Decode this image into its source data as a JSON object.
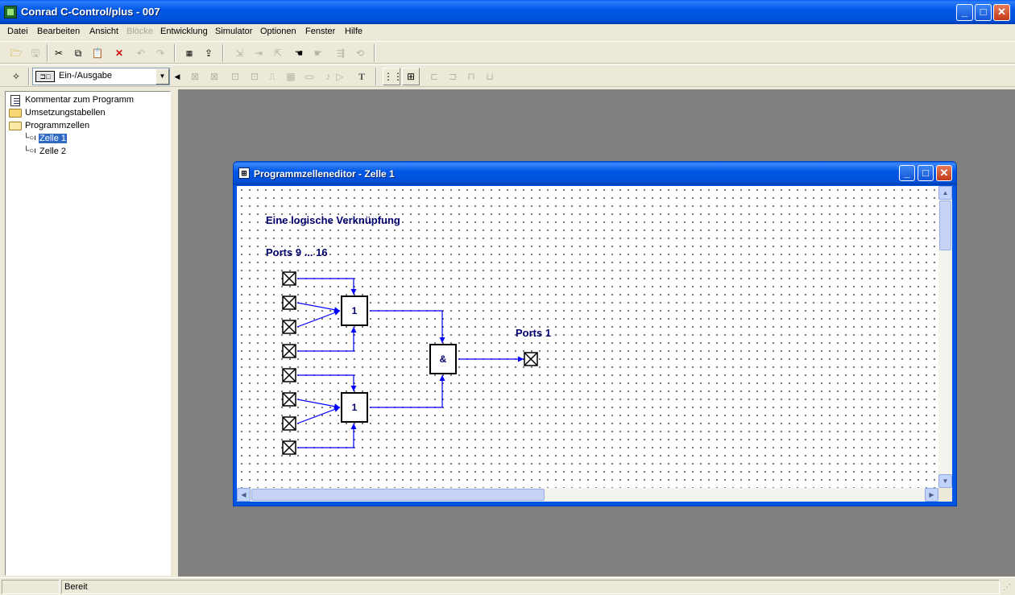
{
  "window": {
    "title": "Conrad C-Control/plus - 007"
  },
  "menu": [
    "Datei",
    "Bearbeiten",
    "Ansicht",
    "Blöcke",
    "Entwicklung",
    "Simulator",
    "Optionen",
    "Fenster",
    "Hilfe"
  ],
  "menu_disabled": [
    "Blöcke"
  ],
  "toolbar2": {
    "combo_value": "Ein-/Ausgabe",
    "text_tool_label": "T"
  },
  "tree": {
    "items": [
      {
        "label": "Kommentar zum Programm",
        "icon": "document-icon"
      },
      {
        "label": "Umsetzungstabellen",
        "icon": "folder-icon"
      },
      {
        "label": "Programmzellen",
        "icon": "folder-open-icon"
      },
      {
        "label": "Zelle 1",
        "icon": "cell-icon",
        "selected": true
      },
      {
        "label": "Zelle 2",
        "icon": "cell-icon"
      }
    ]
  },
  "editor": {
    "title": "Programmzelleneditor - Zelle 1",
    "heading": "Eine logische Verknüpfung",
    "input_label": "Ports 9 ... 16",
    "output_label": "Ports 1",
    "gates": [
      {
        "label": "1",
        "type": "OR"
      },
      {
        "label": "1",
        "type": "OR"
      },
      {
        "label": "&",
        "type": "AND"
      }
    ],
    "wire_color": "#0000ff",
    "label_color": "#00006e"
  },
  "status": {
    "text": "Bereit"
  }
}
